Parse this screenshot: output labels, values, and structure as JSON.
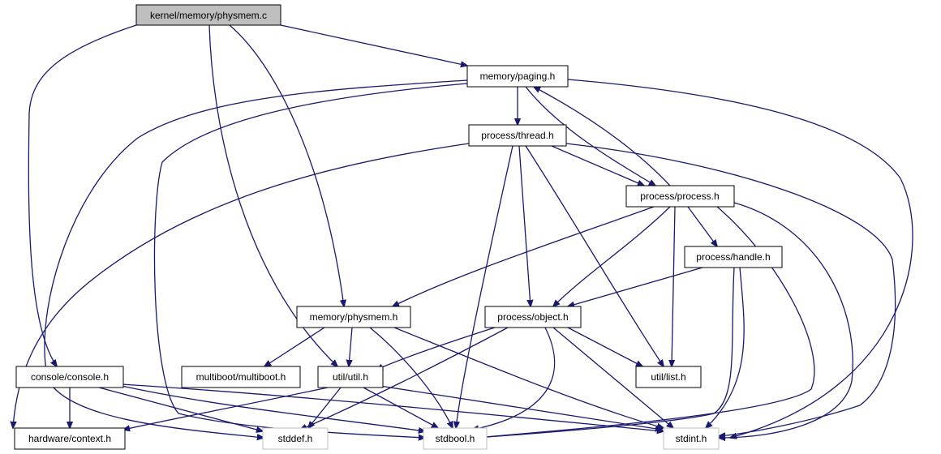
{
  "colors": {
    "edge": "#191970",
    "current_node_fill": "#bfbfbf",
    "external_node_border": "#bfbfbf",
    "node_border": "#000000"
  },
  "nodes": {
    "physmem_c": "kernel/memory/physmem.c",
    "paging_h": "memory/paging.h",
    "thread_h": "process/thread.h",
    "process_h": "process/process.h",
    "handle_h": "process/handle.h",
    "physmem_h": "memory/physmem.h",
    "object_h": "process/object.h",
    "console_h": "console/console.h",
    "multiboot_h": "multiboot/multiboot.h",
    "util_h": "util/util.h",
    "list_h": "util/list.h",
    "context_h": "hardware/context.h",
    "stddef_h": "stddef.h",
    "stdbool_h": "stdbool.h",
    "stdint_h": "stdint.h"
  }
}
